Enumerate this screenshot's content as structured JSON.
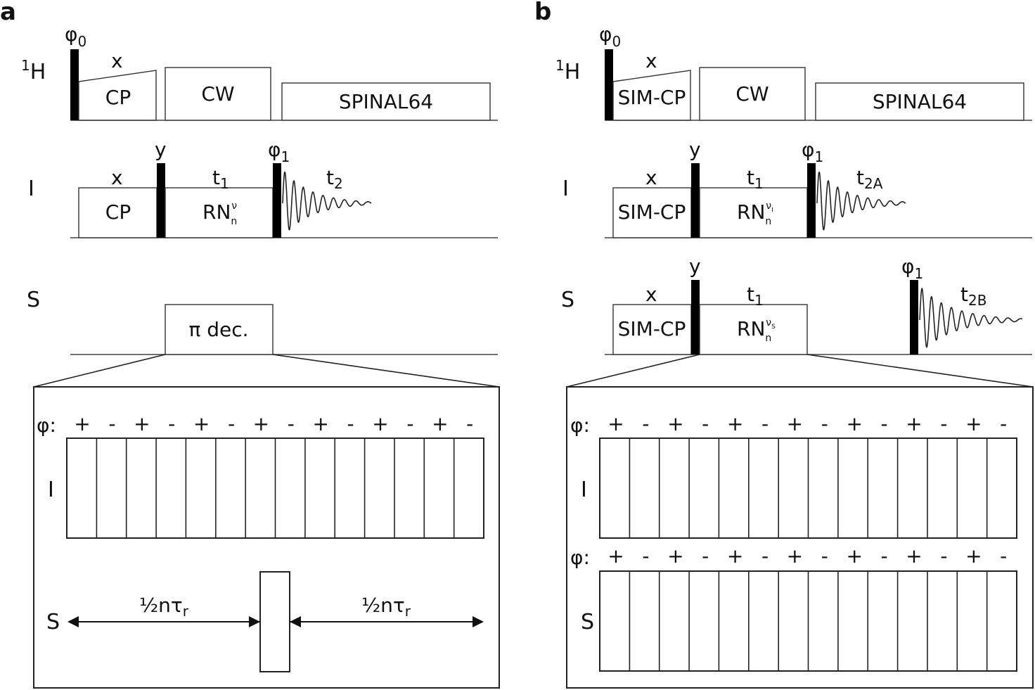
{
  "panels": [
    {
      "letter": "a",
      "channels": {
        "h": "H",
        "h_sup": "1",
        "i": "I",
        "s": "S"
      },
      "h_line": {
        "phase": "φ",
        "phase_sub": "0",
        "ramp_label": "x",
        "cp": "CP",
        "cw": "CW",
        "decoupling": "SPINAL64"
      },
      "i_line": {
        "x_label": "x",
        "cp": "CP",
        "y_label": "y",
        "t1": "t",
        "t1_sub": "1",
        "recoupling": "RN",
        "recoupling_sub": "n",
        "recoupling_sup": "ν",
        "phase": "φ",
        "phase_sub": "1",
        "t2": "t",
        "t2_sub": "2"
      },
      "s_line": {
        "pi_dec": "π dec."
      },
      "inset": {
        "phi_label": "φ:",
        "signs": [
          "+",
          "-",
          "+",
          "-",
          "+",
          "-",
          "+",
          "-",
          "+",
          "-",
          "+",
          "-",
          "+",
          "-"
        ],
        "i_label": "I",
        "s_label": "S",
        "half_left": "½nτ",
        "half_right": "½nτ",
        "tau_sub": "r"
      }
    },
    {
      "letter": "b",
      "channels": {
        "h": "H",
        "h_sup": "1",
        "i": "I",
        "s": "S"
      },
      "h_line": {
        "phase": "φ",
        "phase_sub": "0",
        "ramp_label": "x",
        "cp": "SIM-CP",
        "cw": "CW",
        "decoupling": "SPINAL64"
      },
      "i_line": {
        "x_label": "x",
        "cp": "SIM-CP",
        "y_label": "y",
        "t1": "t",
        "t1_sub": "1",
        "recoupling": "RN",
        "recoupling_sub": "n",
        "recoupling_sup": "ν",
        "recoupling_sup_sub": "I",
        "phase": "φ",
        "phase_sub": "1",
        "t2": "t",
        "t2_sub": "2A"
      },
      "s_line": {
        "x_label": "x",
        "cp": "SIM-CP",
        "y_label": "y",
        "t1": "t",
        "t1_sub": "1",
        "recoupling": "RN",
        "recoupling_sub": "n",
        "recoupling_sup": "ν",
        "recoupling_sup_sub": "S",
        "phase": "φ",
        "phase_sub": "1",
        "t2": "t",
        "t2_sub": "2B"
      },
      "inset": {
        "phi_label_i": "φ:",
        "phi_label_s": "φ:",
        "signs": [
          "+",
          "-",
          "+",
          "-",
          "+",
          "-",
          "+",
          "-",
          "+",
          "-",
          "+",
          "-",
          "+",
          "-"
        ],
        "i_label": "I",
        "s_label": "S"
      }
    }
  ]
}
